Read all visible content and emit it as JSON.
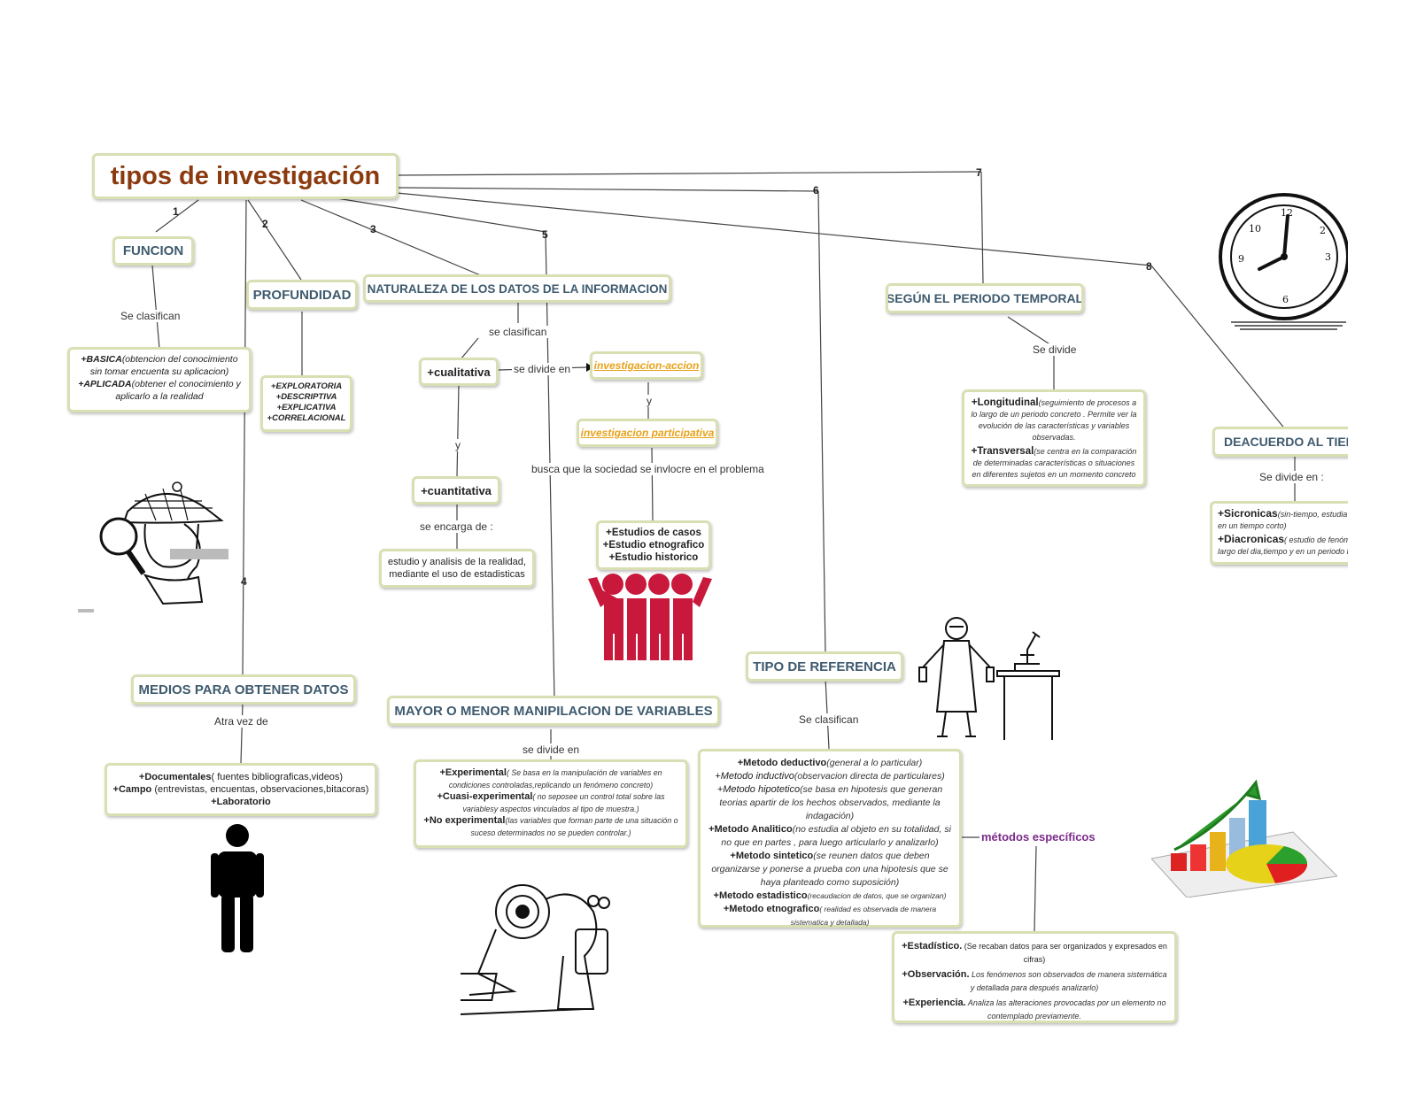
{
  "title": "tipos de investigación",
  "numbers": [
    "1",
    "2",
    "3",
    "4",
    "5",
    "6",
    "7",
    "8"
  ],
  "funcion": {
    "header": "FUNCION",
    "connector": "Se clasifican",
    "items": [
      {
        "label": "+BASICA",
        "note": "(obtencion del conocimiento sin tomar encuenta  su aplicacion)"
      },
      {
        "label": "+APLICADA",
        "note": "(obtener el conocimiento y aplicarlo a la realidad"
      }
    ]
  },
  "profundidad": {
    "header": "PROFUNDIDAD",
    "items": [
      "+EXPLORATORIA",
      "+DESCRIPTIVA",
      "+EXPLICATIVA",
      "+CORRELACIONAL"
    ]
  },
  "naturaleza": {
    "header": "NATURALEZA DE LOS DATOS DE LA INFORMACION",
    "connector": "se clasifican",
    "cualitativa": "+cualitativa",
    "divide_en": "se divide en",
    "inv_accion": "investigacion-accion",
    "y1": "y",
    "inv_participativa": "investigacion participativa",
    "busca": "busca que la sociedad se invlocre en el problema",
    "estudios": [
      "+Estudios de casos",
      "+Estudio etnografico",
      "+Estudio historico"
    ],
    "y2": "y",
    "cuantitativa": "+cuantitativa",
    "encarga": "se encarga de :",
    "estudio_analisis": "estudio y analisis de la realidad, mediante el uso de estadisticas"
  },
  "temporal": {
    "header": "SEGÚN EL PERIODO TEMPORAL",
    "connector": "Se divide",
    "items": [
      {
        "label": "+Longitudinal",
        "note": "(seguimiento de procesos a lo largo de un periodo concreto . Permite ver la evolución de las características y variables observadas."
      },
      {
        "label": "+Transversal",
        "note": "(se centra en la comparación de determinadas características o situaciones en diferentes sujetos en un momento concreto"
      }
    ]
  },
  "tiempo": {
    "header": "DEACUERDO AL TIEMPO",
    "connector": "Se divide en :",
    "items": [
      {
        "label": "+Sicronicas",
        "note": "(sin-tiempo, estudia fenómenos en un tiempo corto)"
      },
      {
        "label": "+Diacronicas",
        "note": "( estudio de fenómenos a lo largo del dia,tiempo y en un periodo largo)"
      }
    ]
  },
  "medios": {
    "header": "MEDIOS PARA OBTENER DATOS",
    "connector": "Atra vez de",
    "items": [
      {
        "label": "+Documentales",
        "note": "( fuentes bibliograficas,videos)"
      },
      {
        "label": "+Campo",
        "note": " (entrevistas, encuentas, observaciones,bitacoras)"
      },
      {
        "label": "+Laboratorio",
        "note": ""
      }
    ]
  },
  "manipulacion": {
    "header": "MAYOR O MENOR MANIPILACION DE VARIABLES",
    "connector": "se divide en",
    "items": [
      {
        "label": "+Experimental",
        "note": "( Se basa en la manipulación de variables en condiciones controladas,replicando un fenómeno concreto)"
      },
      {
        "label": "+Cuasi-experimental",
        "note": "( no seposee un control total sobre las variablesy aspectos vinculados al tipo de muestra.)"
      },
      {
        "label": "+No experimental",
        "note": "(las variables que forman parte de una situación o suceso determinados no se pueden controlar.)"
      }
    ]
  },
  "referencia": {
    "header": "TIPO DE REFERENCIA",
    "connector": "Se clasifican",
    "items": [
      {
        "label": "+Metodo deductivo",
        "note": "(general a lo particular)"
      },
      {
        "label": "+Metodo inductivo",
        "note": "(observacion directa de particulares)"
      },
      {
        "label": "+Metodo hipotetico",
        "note": "(se basa en hipotesis que generan teorias apartir de los hechos observados, mediante la indagación)"
      },
      {
        "label": "+Metodo Analitico",
        "note": "(no estudia al objeto en su totalidad, si no que en partes , para luego articularlo y analizarlo)"
      },
      {
        "label": "+Metodo sintetico",
        "note": "(se reunen datos que deben organizarse y ponerse a prueba con una hipotesis que se haya planteado como suposición)"
      },
      {
        "label": "+Metodo estadistico",
        "note": "(recaudacion de datos, que se organizan)"
      },
      {
        "label": "+Metodo etnografico",
        "note": "( realidad es observada de manera sistematica y detallada)"
      }
    ],
    "especificos": "métodos específicos"
  },
  "especificos_box": {
    "items": [
      {
        "label": "+Estadístico.",
        "note": " (Se recaban datos para ser organizados y expresados en cifras)"
      },
      {
        "label": "+Observación.",
        "note": " Los fenómenos son observados de manera sistemática y detallada para después analizarlo)"
      },
      {
        "label": "+Experiencia.",
        "note": " Analiza las alteraciones provocadas por un elemento no contemplado previamente."
      }
    ]
  },
  "colors": {
    "title": "#8b3a0f",
    "header": "#3e5a6e",
    "border": "#d9dfb3",
    "orange": "#e7a21a",
    "purple": "#7b2a8a",
    "crowd": "#c8193c"
  }
}
